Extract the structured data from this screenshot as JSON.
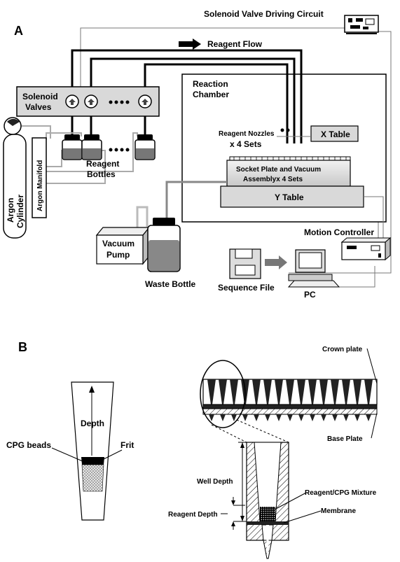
{
  "panel_a": {
    "panel_label": "A",
    "solenoid_driving_circuit": "Solenoid Valve Driving Circuit",
    "reagent_flow": "Reagent Flow",
    "solenoid_valves_line1": "Solenoid",
    "solenoid_valves_line2": "Valves",
    "reaction_chamber_line1": "Reaction",
    "reaction_chamber_line2": "Chamber",
    "reagent_nozzles_line1": "Reagent Nozzles",
    "reagent_nozzles_line2": "x 4 Sets",
    "x_table": "X Table",
    "socket_plate_line1": "Socket Plate and Vacuum",
    "socket_plate_line2": "Assemblyx 4 Sets",
    "y_table": "Y Table",
    "reagent_bottles_line1": "Reagent",
    "reagent_bottles_line2": "Bottles",
    "argon_manifold": "Argon Manifold",
    "argon_cylinder_line1": "Argon",
    "argon_cylinder_line2": "Cylinder",
    "vacuum_pump_line1": "Vacuum",
    "vacuum_pump_line2": "Pump",
    "waste_bottle": "Waste Bottle",
    "motion_controller": "Motion Controller",
    "sequence_file": "Sequence File",
    "pc": "PC"
  },
  "panel_b": {
    "panel_label": "B",
    "depth": "Depth",
    "cpg_beads": "CPG beads",
    "frit": "Frit",
    "crown_plate": "Crown plate",
    "base_plate": "Base Plate",
    "well_depth": "Well Depth",
    "reagent_cpg_mixture": "Reagent/CPG Mixture",
    "reagent_depth": "Reagent Depth",
    "membrane": "Membrane"
  }
}
